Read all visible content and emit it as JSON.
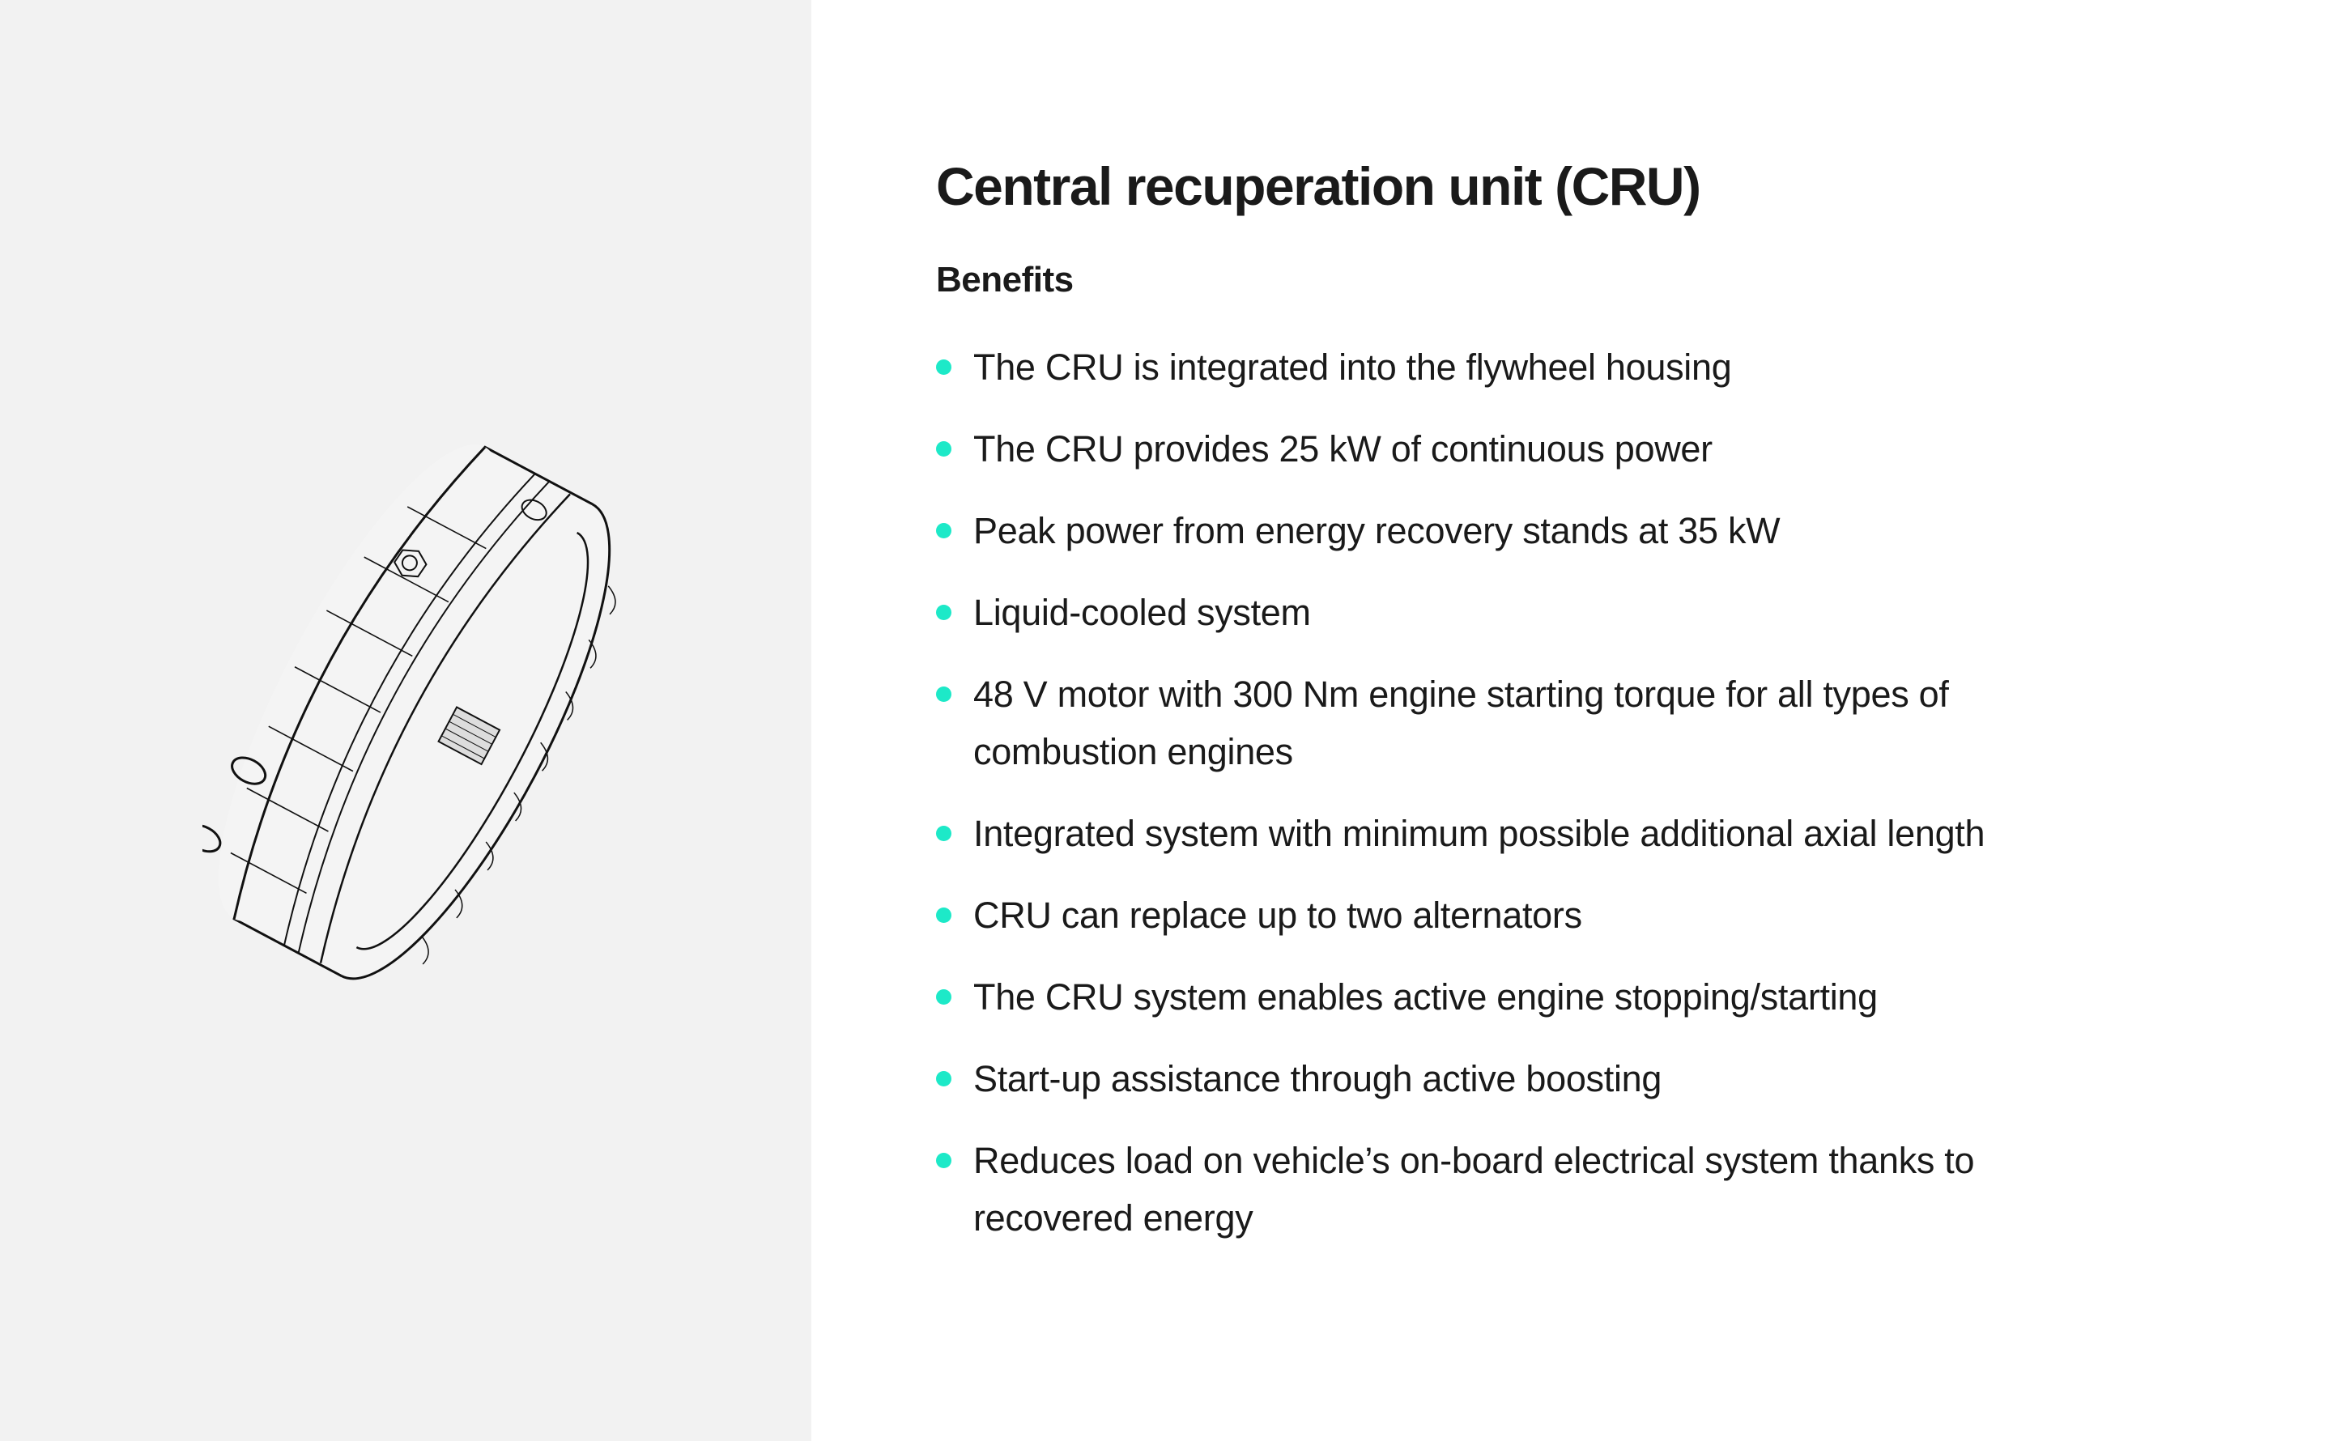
{
  "title": "Central recuperation unit (CRU)",
  "subtitle": "Benefits",
  "accent_color": "#1de9c8",
  "benefits": [
    "The CRU is integrated into the flywheel housing",
    "The CRU provides 25 kW of continuous power",
    "Peak power from energy recovery stands at 35 kW",
    "Liquid-cooled system",
    "48 V motor with 300 Nm engine starting torque for all types of combustion engines",
    "Integrated system with minimum possible additional axial length",
    "CRU can replace up to two alternators",
    "The CRU system enables active engine stopping/starting",
    "Start-up assistance through active boosting",
    "Reduces load on vehicle’s on-board electrical system thanks to recovered energy"
  ]
}
